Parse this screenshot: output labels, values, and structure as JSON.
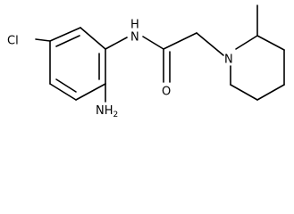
{
  "molecule": {
    "labels": {
      "chlorine": "Cl",
      "amide_nitrogen": "N",
      "amide_hydrogen": "H",
      "carbonyl_oxygen": "O",
      "piperidine_nitrogen": "N",
      "amine_group": "NH",
      "amine_subscript": "2"
    },
    "colors": {
      "bond": "#000000",
      "text": "#000000",
      "background": "#ffffff"
    }
  }
}
